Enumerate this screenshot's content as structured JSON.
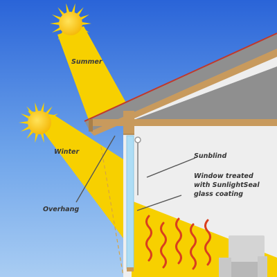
{
  "labels": {
    "summer": "Summer",
    "winter": "Winter",
    "overhang": "Overhang",
    "sunblind": "Sunblind",
    "window_line1": "Window treated",
    "window_line2": "with SunlightSeal",
    "window_line3": "glass coating"
  },
  "colors": {
    "sky_top": "#2a64d8",
    "sky_bottom": "#a9cdf3",
    "sun_rays": "#f7d000",
    "sun_core": "#fcc81a",
    "sun_glow": "#ffe35a",
    "roof_tiles": "#8f8f8f",
    "roof_edge": "#c0392b",
    "wood": "#c89a5d",
    "wall": "#eeeeee",
    "glass": "#aeddf5",
    "heat_wave": "#d93f1e",
    "leader": "#555555",
    "label_text": "#333333"
  },
  "icons": {
    "sun": "sun-icon",
    "heat": "heat-wave-icon",
    "chair": "armchair-icon"
  }
}
